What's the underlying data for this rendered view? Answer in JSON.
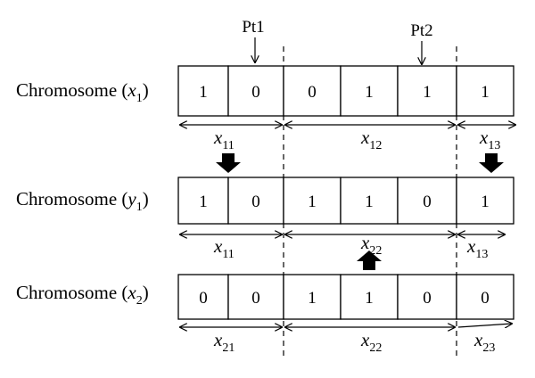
{
  "cut_points": [
    {
      "label": "Pt1"
    },
    {
      "label": "Pt2"
    }
  ],
  "rows": [
    {
      "prefix": "Chromosome (",
      "var": "x",
      "var_sub": "1",
      "suffix": ")",
      "bits": [
        "1",
        "0",
        "0",
        "1",
        "1",
        "1"
      ],
      "segments": [
        {
          "var": "x",
          "sub": "11"
        },
        {
          "var": "x",
          "sub": "12"
        },
        {
          "var": "x",
          "sub": "13"
        }
      ]
    },
    {
      "prefix": "Chromosome (",
      "var": "y",
      "var_sub": "1",
      "suffix": ")",
      "bits": [
        "1",
        "0",
        "1",
        "1",
        "0",
        "1"
      ],
      "segments": [
        {
          "var": "x",
          "sub": "11"
        },
        {
          "var": "x",
          "sub": "22"
        },
        {
          "var": "x",
          "sub": "13"
        }
      ]
    },
    {
      "prefix": "Chromosome (",
      "var": "x",
      "var_sub": "2",
      "suffix": ")",
      "bits": [
        "0",
        "0",
        "1",
        "1",
        "0",
        "0"
      ],
      "segments": [
        {
          "var": "x",
          "sub": "21"
        },
        {
          "var": "x",
          "sub": "22"
        },
        {
          "var": "x",
          "sub": "23"
        }
      ]
    }
  ],
  "transfer_arrows": [
    {
      "direction": "down",
      "name": "down-arrow-icon"
    },
    {
      "direction": "down",
      "name": "down-arrow-icon"
    },
    {
      "direction": "up",
      "name": "up-arrow-icon"
    }
  ]
}
